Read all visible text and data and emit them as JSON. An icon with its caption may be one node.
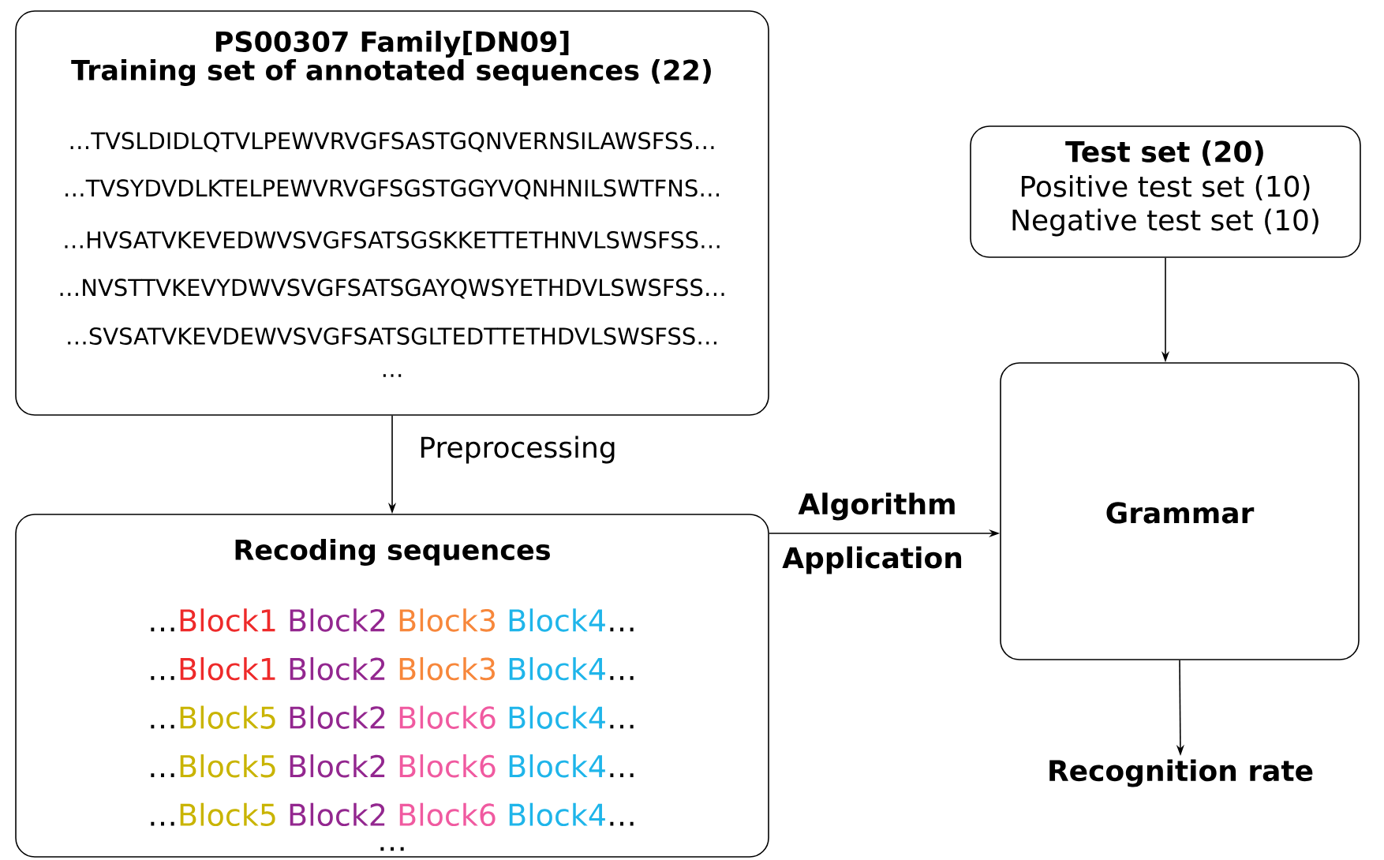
{
  "diagram": {
    "nodes": [
      {
        "text": [
          "PS00307 Family[DN09]",
          "Training set of annotated sequences (22)",
          "…TVSLDIDLQTVLPEWVRVGFSASTGQNVERNSILAWSFSS…",
          "…TVSYDVDLKTELPEWVRVGFSGSTGGYVQNHNILSWTFNS…",
          "…HVSATVKEVEDWVSVGFSATSGSKKETTETHNVLSWSFSS…",
          "…NVSTTVKEVYDWVSVGFSATSGAYQWSYETHDVLSWSFSS…",
          "…SVSATVKEVDEWVSVGFSATSGLTEDTTETHDVLSWSFSS…",
          "…"
        ]
      },
      {
        "text": [
          "Test set (20)",
          "Positive test set (10)",
          "Negative test set (10)"
        ]
      },
      {
        "text": [
          "Recoding sequences",
          "…",
          "Block1",
          "Block2",
          "Block3",
          "Block4",
          "…",
          "…",
          "Block1",
          "Block2",
          "Block3",
          "Block4",
          "…",
          "…",
          "Block5",
          "Block2",
          "Block6",
          "Block4",
          "…",
          "…",
          "Block5",
          "Block2",
          "Block6",
          "Block4",
          "…",
          "…",
          "Block5",
          "Block2",
          "Block6",
          "Block4",
          "…",
          "…"
        ]
      },
      {
        "text": [
          "Grammar"
        ]
      },
      {
        "text": [
          "Recognition rate"
        ]
      }
    ],
    "edges": [
      {
        "from": 0,
        "to": 2,
        "arrow": "to",
        "label": "Preprocessing"
      },
      {
        "from": 1,
        "to": 3,
        "arrow": "to"
      },
      {
        "from": 2,
        "to": 3,
        "arrow": "to",
        "label": "Algorithm"
      },
      {
        "from": 3,
        "to": 4,
        "arrow": "to"
      }
    ],
    "labels": [
      "Application"
    ]
  }
}
